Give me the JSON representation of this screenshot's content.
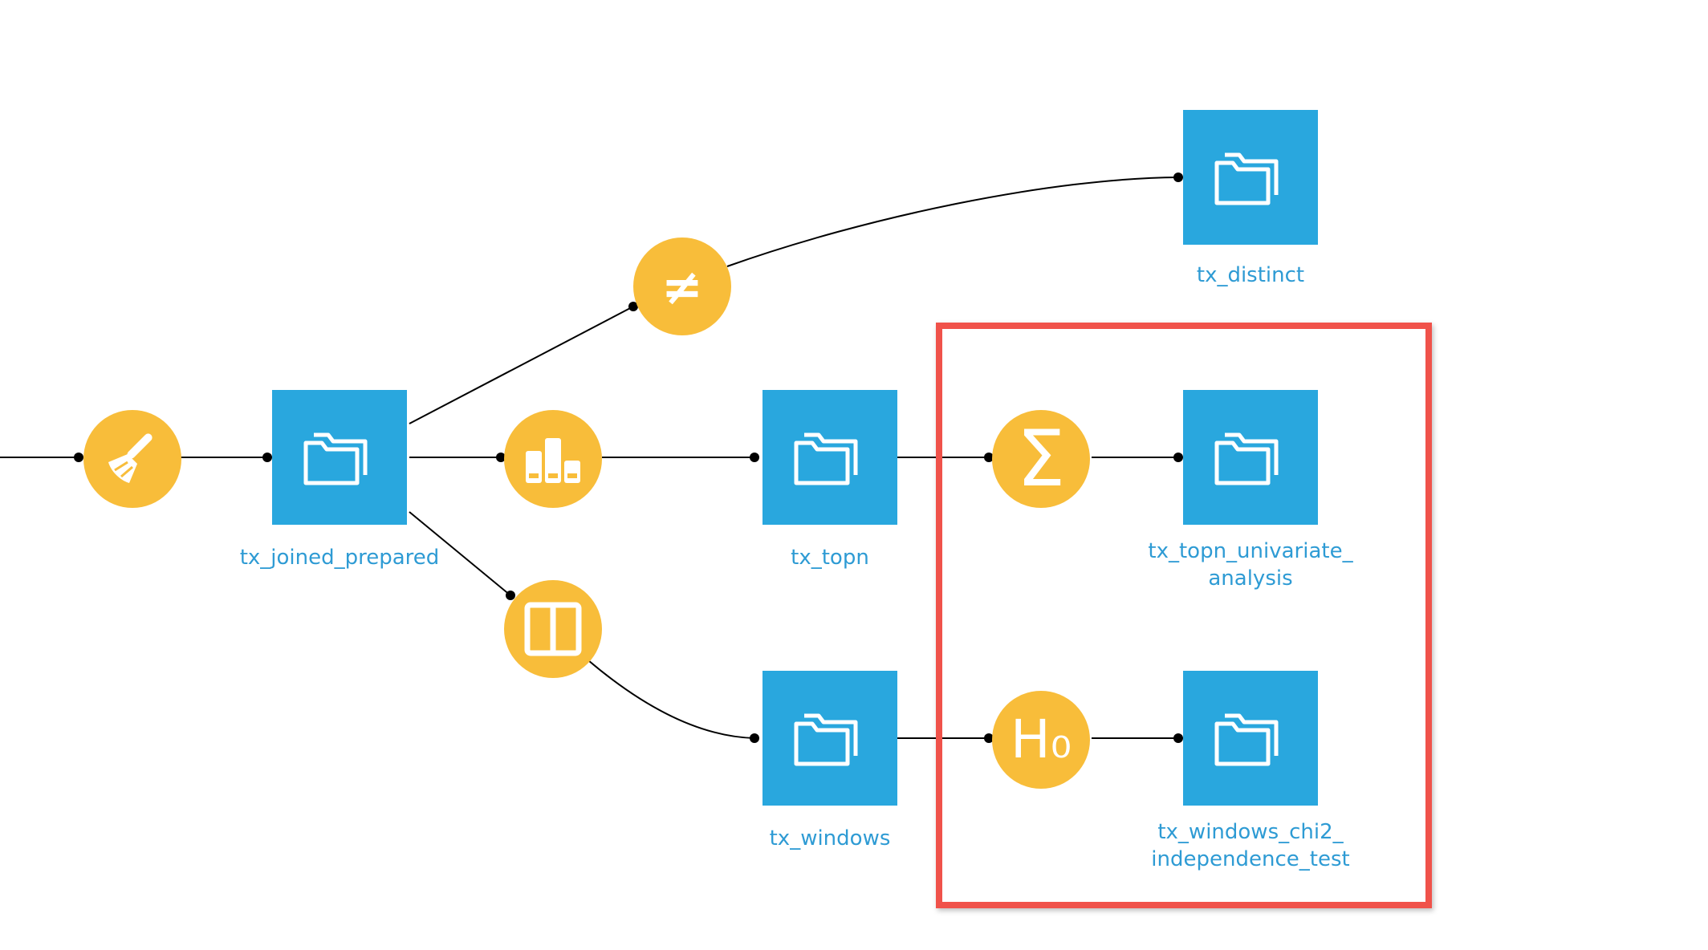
{
  "flow": {
    "datasets": [
      {
        "id": "tx_joined_prepared",
        "label": "tx_joined_prepared",
        "icon": "folder-icon"
      },
      {
        "id": "tx_distinct",
        "label": "tx_distinct",
        "icon": "folder-icon"
      },
      {
        "id": "tx_topn",
        "label": "tx_topn",
        "icon": "folder-icon"
      },
      {
        "id": "tx_windows",
        "label": "tx_windows",
        "icon": "folder-icon"
      },
      {
        "id": "tx_topn_univariate_analysis",
        "label": "tx_topn_univariate_\nanalysis",
        "icon": "folder-icon"
      },
      {
        "id": "tx_windows_chi2_independence_test",
        "label": "tx_windows_chi2_\nindependence_test",
        "icon": "folder-icon"
      }
    ],
    "recipes": [
      {
        "id": "prepare",
        "icon": "broom-icon"
      },
      {
        "id": "distinct",
        "icon": "not-equal-icon",
        "glyph": "≠"
      },
      {
        "id": "topn",
        "icon": "top-n-bars-icon"
      },
      {
        "id": "window",
        "icon": "window-icon"
      },
      {
        "id": "univariate",
        "icon": "sigma-icon",
        "glyph": "Σ"
      },
      {
        "id": "chi2",
        "icon": "hypothesis-h0-icon",
        "glyph": "H₀"
      }
    ]
  },
  "colors": {
    "dataset": "#29a7de",
    "recipe": "#f8bd3a",
    "label": "#2e9bd4",
    "highlight": "#f0524a",
    "edge": "#000000"
  }
}
